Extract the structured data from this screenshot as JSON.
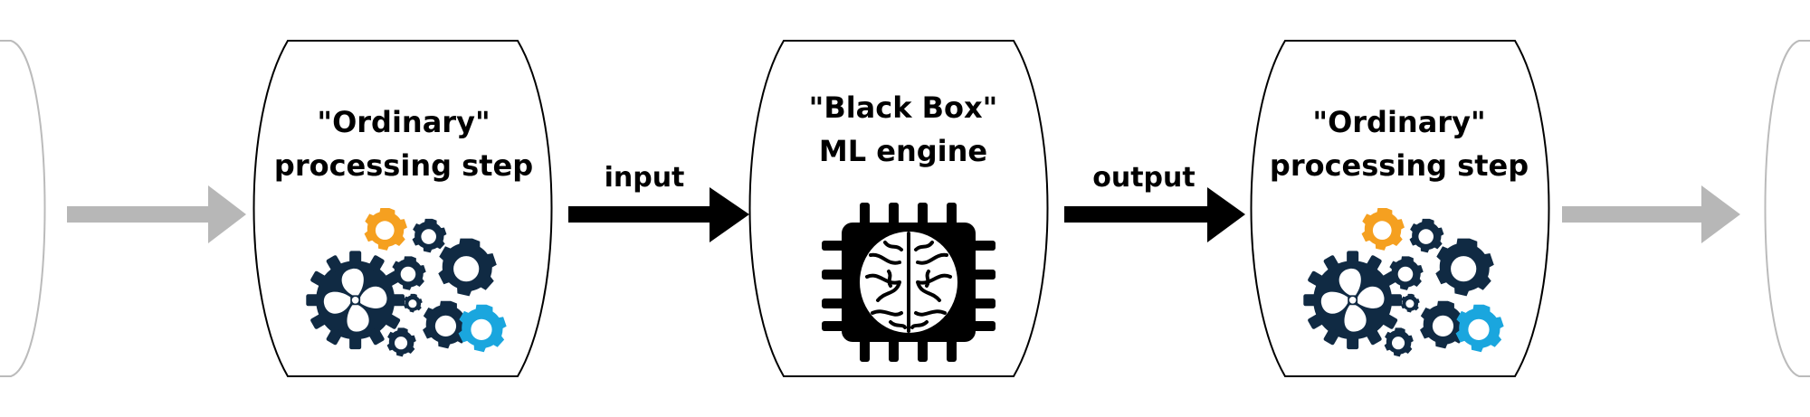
{
  "steps": [
    {
      "line1": "\"Ordinary\"",
      "line2": "processing step",
      "icon": "gears-icon"
    },
    {
      "line1": "\"Black Box\"",
      "line2": "ML engine",
      "icon": "brain-chip-icon"
    },
    {
      "line1": "\"Ordinary\"",
      "line2": "processing step",
      "icon": "gears-icon"
    }
  ],
  "arrows": {
    "input_label": "input",
    "output_label": "output"
  },
  "colors": {
    "stroke": "#000000",
    "faded_stroke": "#bbbbbb",
    "faded_arrow": "#b7b7b7",
    "gear_navy": "#102a43",
    "gear_orange": "#f5a020",
    "gear_cyan": "#1aa6de",
    "chip": "#000000"
  }
}
